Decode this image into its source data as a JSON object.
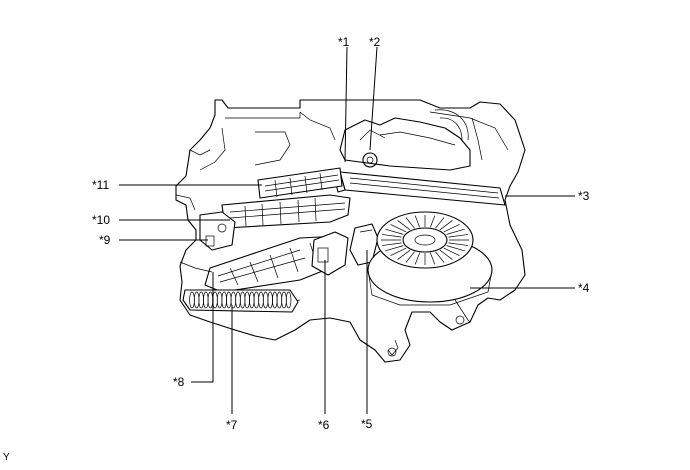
{
  "callouts": [
    {
      "id": "c1",
      "label": "*1"
    },
    {
      "id": "c2",
      "label": "*2"
    },
    {
      "id": "c3",
      "label": "*3"
    },
    {
      "id": "c4",
      "label": "*4"
    },
    {
      "id": "c5",
      "label": "*5"
    },
    {
      "id": "c6",
      "label": "*6"
    },
    {
      "id": "c7",
      "label": "*7"
    },
    {
      "id": "c8",
      "label": "*8"
    },
    {
      "id": "c9",
      "label": "*9"
    },
    {
      "id": "c10",
      "label": "*10"
    },
    {
      "id": "c11",
      "label": "*11"
    }
  ],
  "corner_mark": "Y"
}
